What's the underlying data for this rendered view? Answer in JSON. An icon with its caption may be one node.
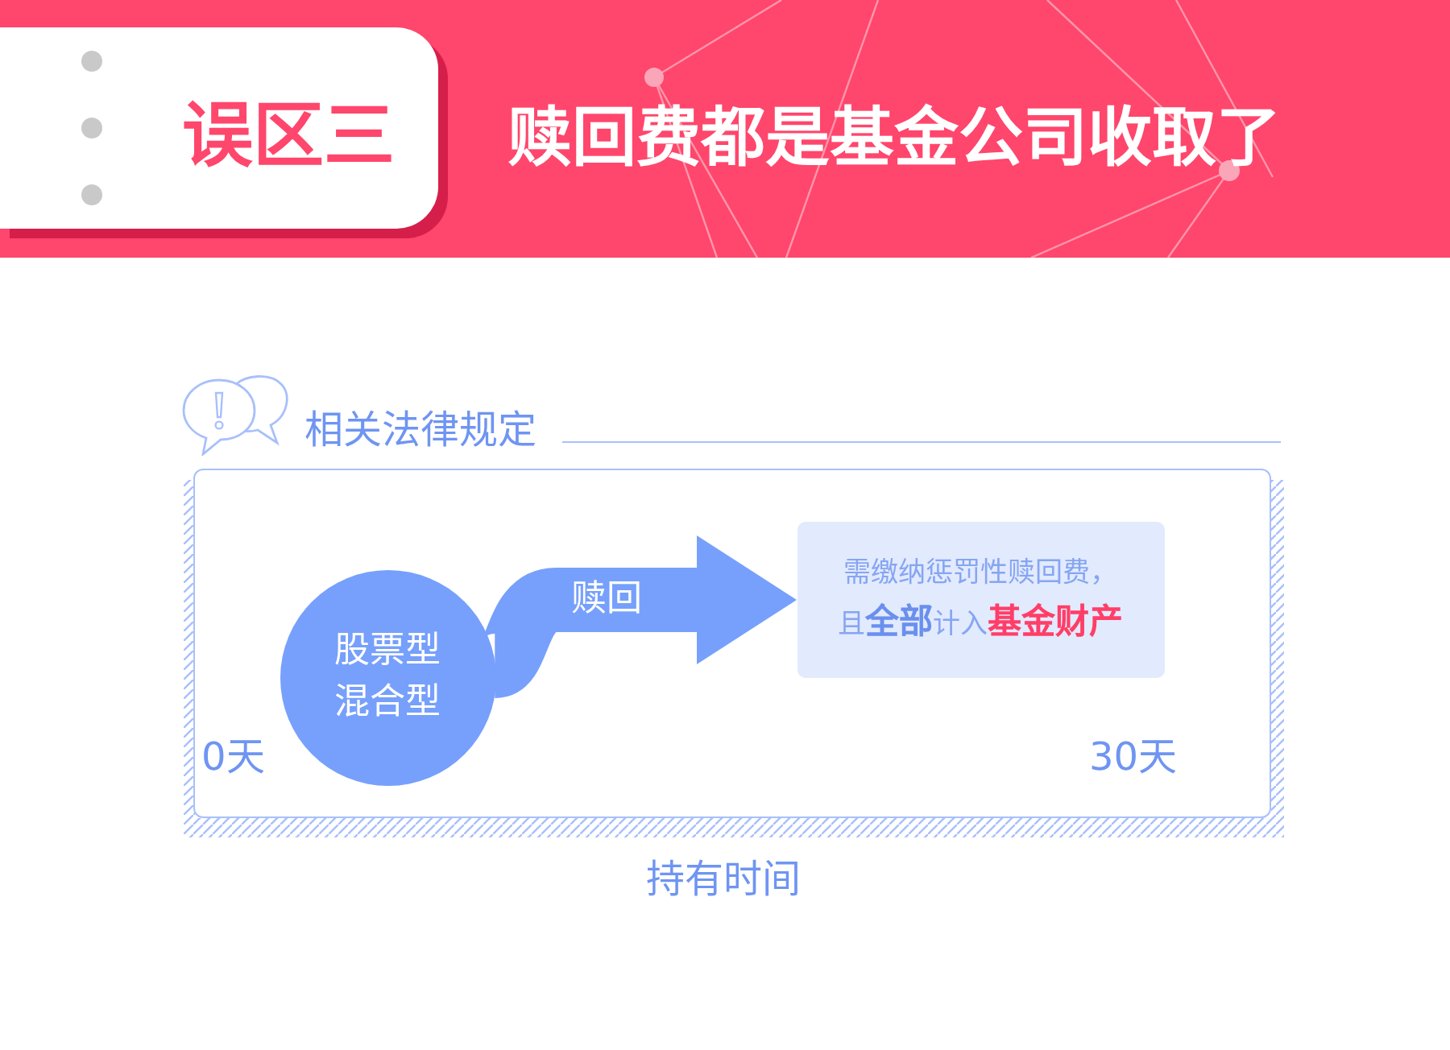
{
  "diagram": {
    "title": "赎回费都是基金公司收取了",
    "nodes": [
      {
        "text": [
          "误区三"
        ]
      },
      {
        "text": [
          "相关法律规定"
        ]
      },
      {
        "text": [
          "股票型混合型"
        ],
        "in": 1
      },
      {
        "text": [
          "需缴纳惩罚性赎回费，且**全部**计入**基金财产**"
        ],
        "in": 1
      }
    ],
    "edges": [
      {
        "from": 2,
        "to": 3,
        "arrow": "to",
        "label": "赎回"
      }
    ],
    "labels": [
      "0天",
      "30天",
      "持有时间"
    ]
  }
}
